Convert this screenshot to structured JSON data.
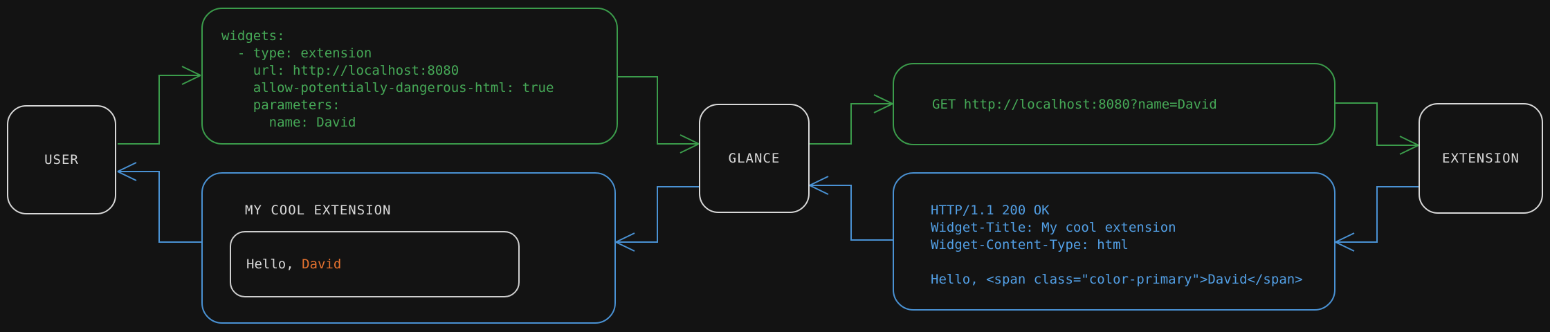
{
  "colors": {
    "bg": "#131313",
    "green": "#3B9C4B",
    "green-text": "#46A957",
    "blue": "#4A92D4",
    "blue-text": "#529FE5",
    "neutral-border": "#D8D8D8",
    "neutral-text": "#D9D9D9",
    "orange": "#E5722F"
  },
  "nodes": {
    "user": {
      "label": "USER"
    },
    "glance": {
      "label": "GLANCE"
    },
    "extension": {
      "label": "EXTENSION"
    }
  },
  "config_box": {
    "lines": [
      "widgets:",
      "  - type: extension",
      "    url: http://localhost:8080",
      "    allow-potentially-dangerous-html: true",
      "    parameters:",
      "      name: David"
    ]
  },
  "request_box": {
    "text": "GET http://localhost:8080?name=David"
  },
  "response_box": {
    "lines": [
      "HTTP/1.1 200 OK",
      "Widget-Title: My cool extension",
      "Widget-Content-Type: html",
      "",
      "Hello, <span class=\"color-primary\">David</span>"
    ]
  },
  "widget_box": {
    "title": "MY COOL EXTENSION",
    "greeting_prefix": "Hello, ",
    "greeting_name": "David"
  }
}
